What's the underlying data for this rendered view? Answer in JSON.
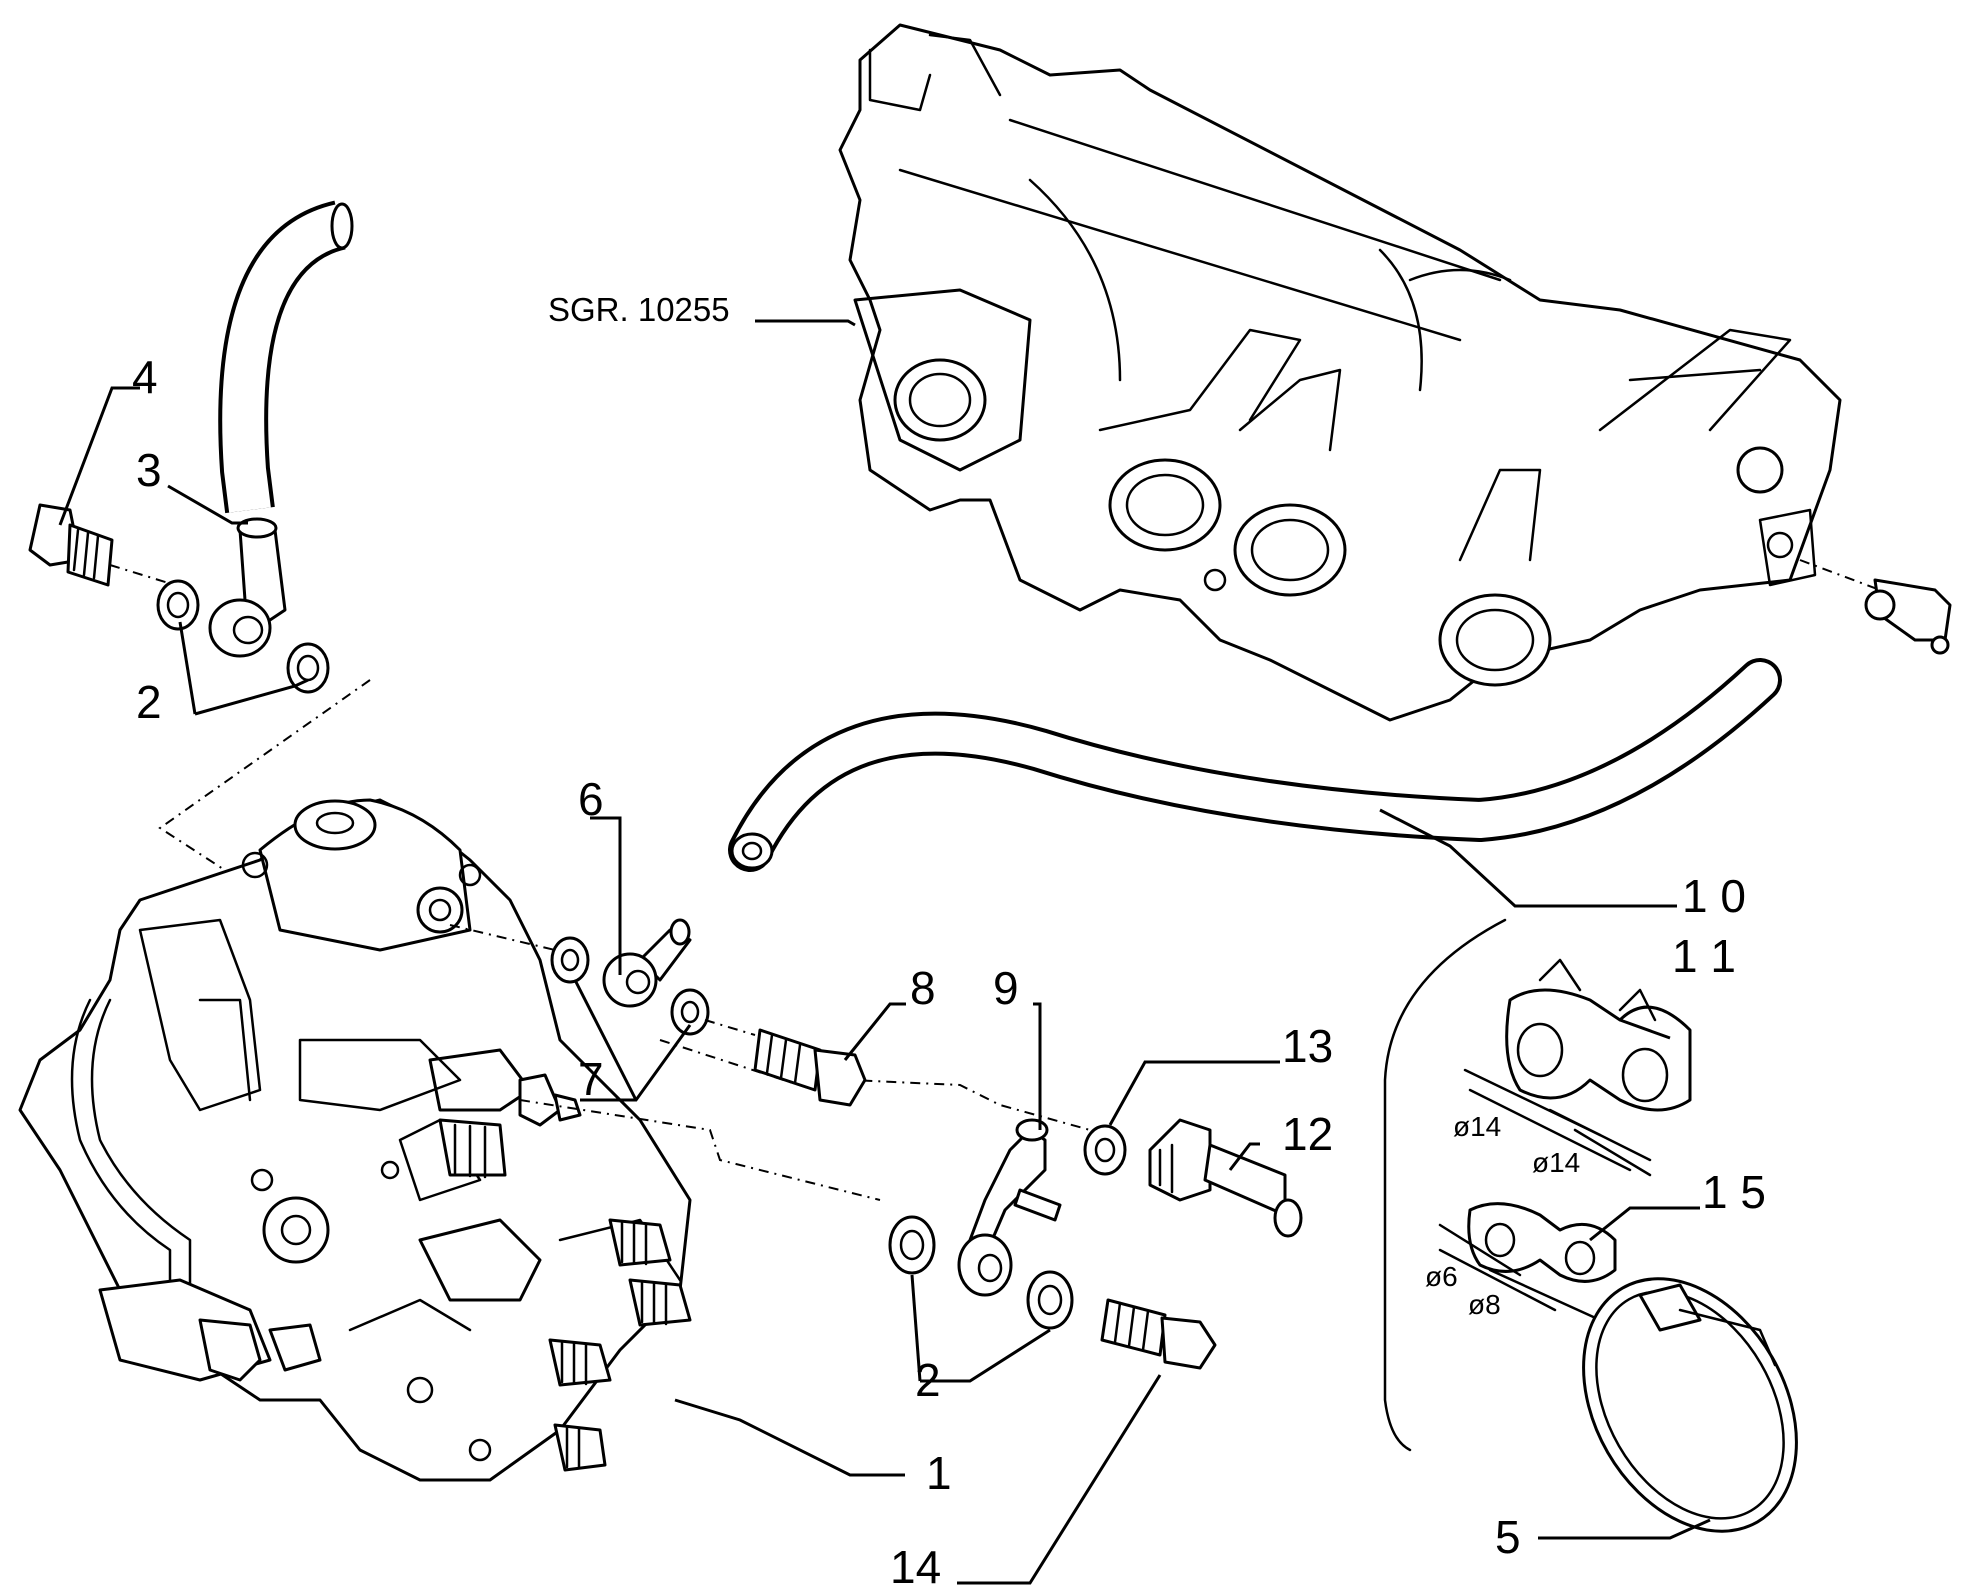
{
  "diagram": {
    "reference": "SGR. 10255",
    "callouts": [
      {
        "id": "c1",
        "label": "1"
      },
      {
        "id": "c2a",
        "label": "2"
      },
      {
        "id": "c2b",
        "label": "2"
      },
      {
        "id": "c3",
        "label": "3"
      },
      {
        "id": "c4",
        "label": "4"
      },
      {
        "id": "c5",
        "label": "5"
      },
      {
        "id": "c6",
        "label": "6"
      },
      {
        "id": "c7",
        "label": "7"
      },
      {
        "id": "c8",
        "label": "8"
      },
      {
        "id": "c9",
        "label": "9"
      },
      {
        "id": "c10",
        "label": "1 0"
      },
      {
        "id": "c11",
        "label": "1 1"
      },
      {
        "id": "c12",
        "label": "12"
      },
      {
        "id": "c13",
        "label": "13"
      },
      {
        "id": "c14",
        "label": "14"
      },
      {
        "id": "c15",
        "label": "1 5"
      }
    ],
    "dimensions": {
      "clip11_left": "ø14",
      "clip11_right": "ø14",
      "clip15_left": "ø6",
      "clip15_right": "ø8"
    }
  }
}
